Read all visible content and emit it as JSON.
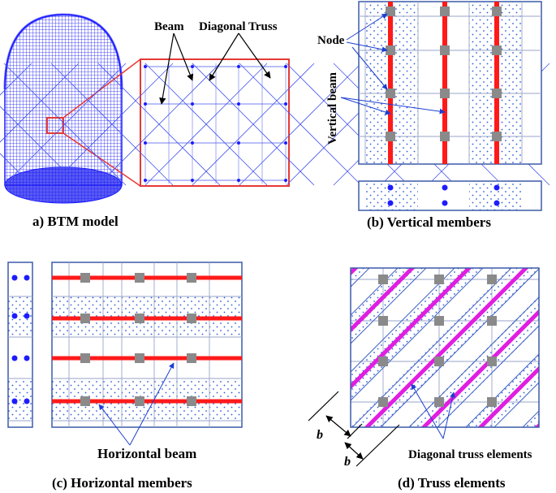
{
  "panels": {
    "a": {
      "caption": "a) BTM model",
      "labels": {
        "beam": "Beam",
        "truss": "Diagonal Truss"
      }
    },
    "b": {
      "caption": "(b) Vertical members",
      "labels": {
        "node": "Node",
        "beam": "Vertical beam"
      }
    },
    "c": {
      "caption": "(c) Horizontal members",
      "labels": {
        "beam": "Horizontal beam"
      }
    },
    "d": {
      "caption": "(d) Truss elements",
      "labels": {
        "truss": "Diagonal truss elements",
        "b1": "b",
        "b2": "b"
      }
    }
  },
  "colors": {
    "mesh": "#1c1cff",
    "beam": "#ff1a1a",
    "truss": "#e01ee0",
    "node": "#8a8a8a",
    "dot": "#2b5bd9",
    "frame": "#3b5aa8",
    "grid": "#9aa6c8",
    "callout": "#e53935"
  }
}
